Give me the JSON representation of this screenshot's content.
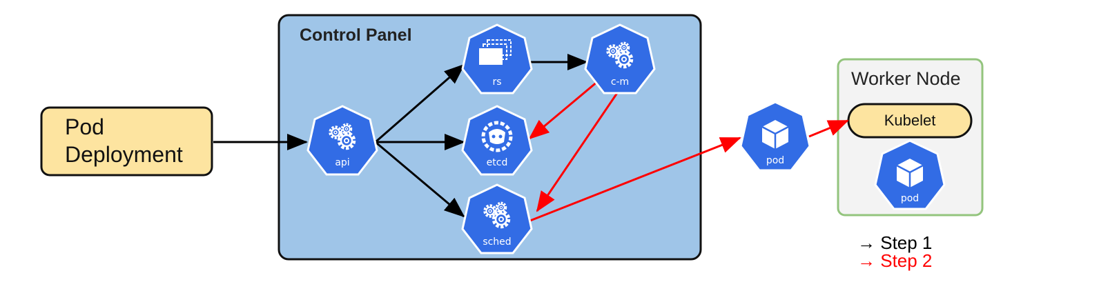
{
  "colors": {
    "k8s_blue": "#326ce5",
    "panel_fill": "#9fc5e8",
    "box_fill": "#fde4a0",
    "worker_border": "#93c47d",
    "worker_fill": "#f3f3f3",
    "step1": "#000000",
    "step2": "#ff0000"
  },
  "pod_deployment": {
    "line1": "Pod",
    "line2": "Deployment"
  },
  "control_panel": {
    "title": "Control Panel"
  },
  "components": {
    "api": {
      "label": "api",
      "icon": "gears-icon"
    },
    "rs": {
      "label": "rs",
      "icon": "replicaset-icon"
    },
    "cm": {
      "label": "c-m",
      "icon": "gears-icon"
    },
    "etcd": {
      "label": "etcd",
      "icon": "etcd-icon"
    },
    "sched": {
      "label": "sched",
      "icon": "gears-icon"
    },
    "pod_transit": {
      "label": "pod",
      "icon": "cube-icon"
    }
  },
  "worker_node": {
    "title": "Worker Node",
    "kubelet": "Kubelet",
    "pod": {
      "label": "pod",
      "icon": "cube-icon"
    }
  },
  "legend": {
    "step1": "→ Step 1",
    "step2": "→ Step 2"
  }
}
